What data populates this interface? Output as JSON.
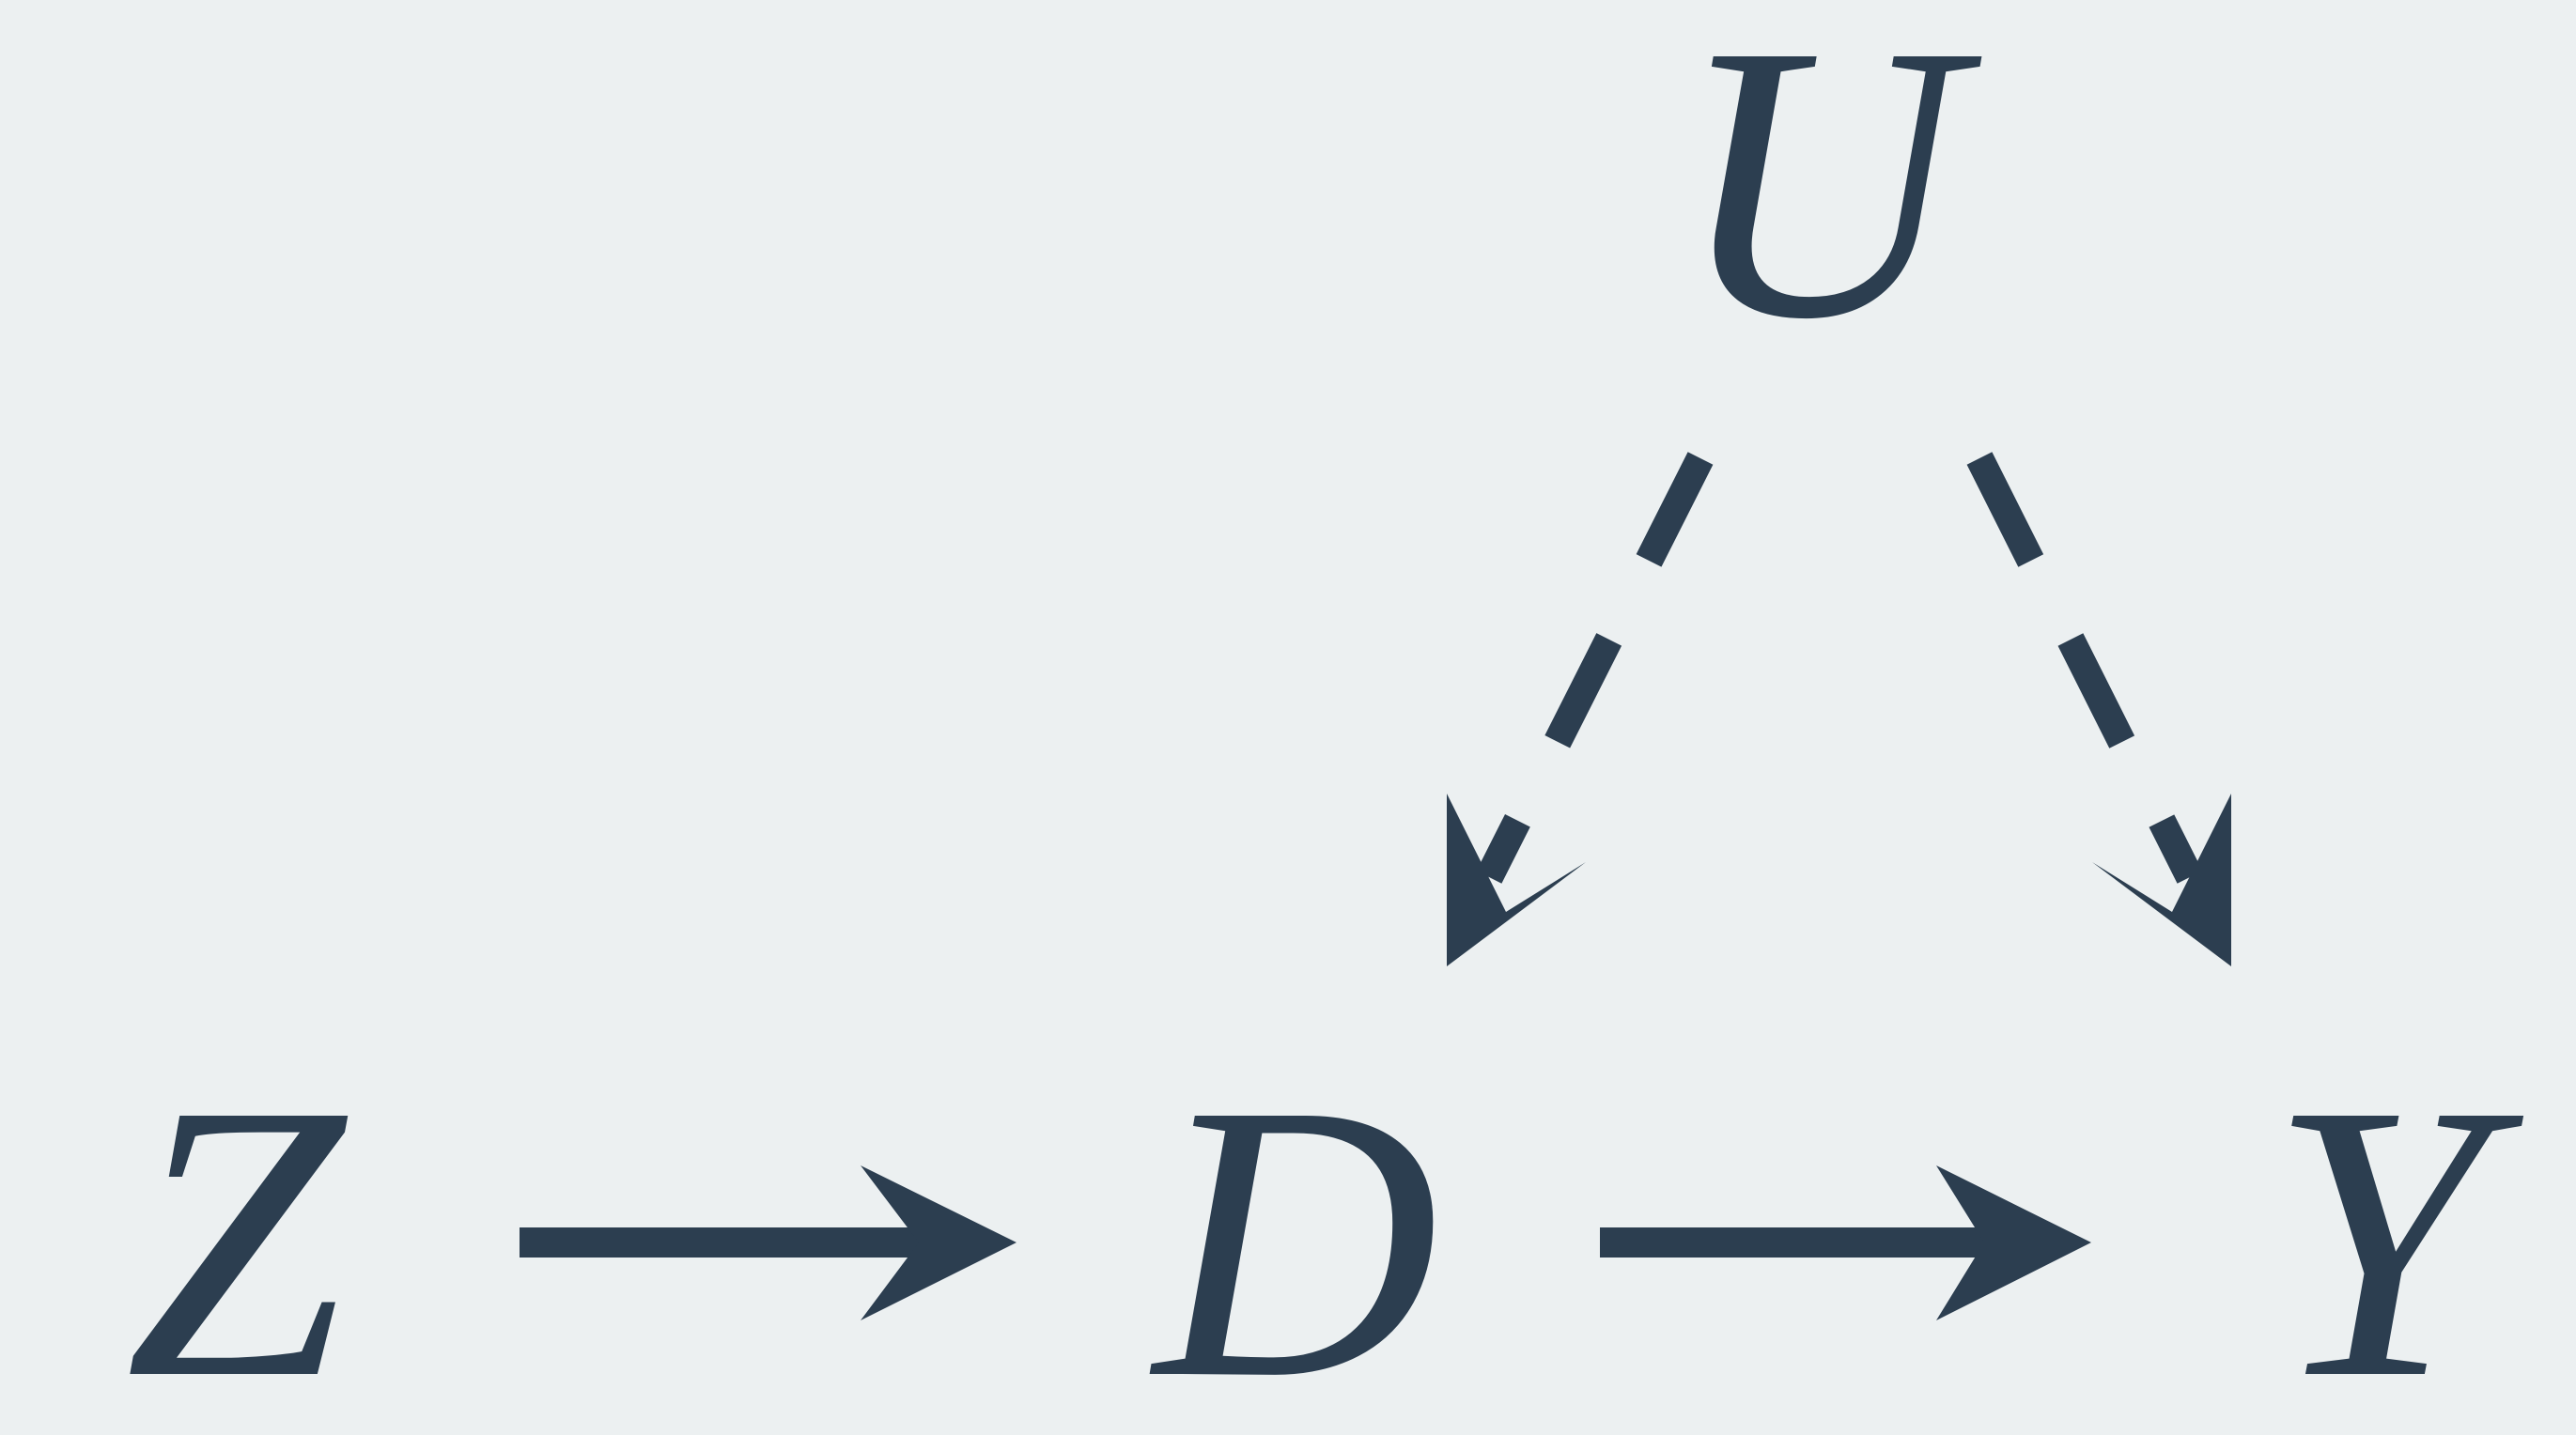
{
  "diagram": {
    "nodes": {
      "u": {
        "label": "U"
      },
      "z": {
        "label": "Z"
      },
      "d": {
        "label": "D"
      },
      "y": {
        "label": "Y"
      }
    },
    "edges": [
      {
        "from": "Z",
        "to": "D",
        "style": "solid"
      },
      {
        "from": "D",
        "to": "Y",
        "style": "solid"
      },
      {
        "from": "U",
        "to": "D",
        "style": "dashed"
      },
      {
        "from": "U",
        "to": "Y",
        "style": "dashed"
      }
    ],
    "colors": {
      "background": "#ecf0f1",
      "ink": "#2c3e50"
    }
  }
}
